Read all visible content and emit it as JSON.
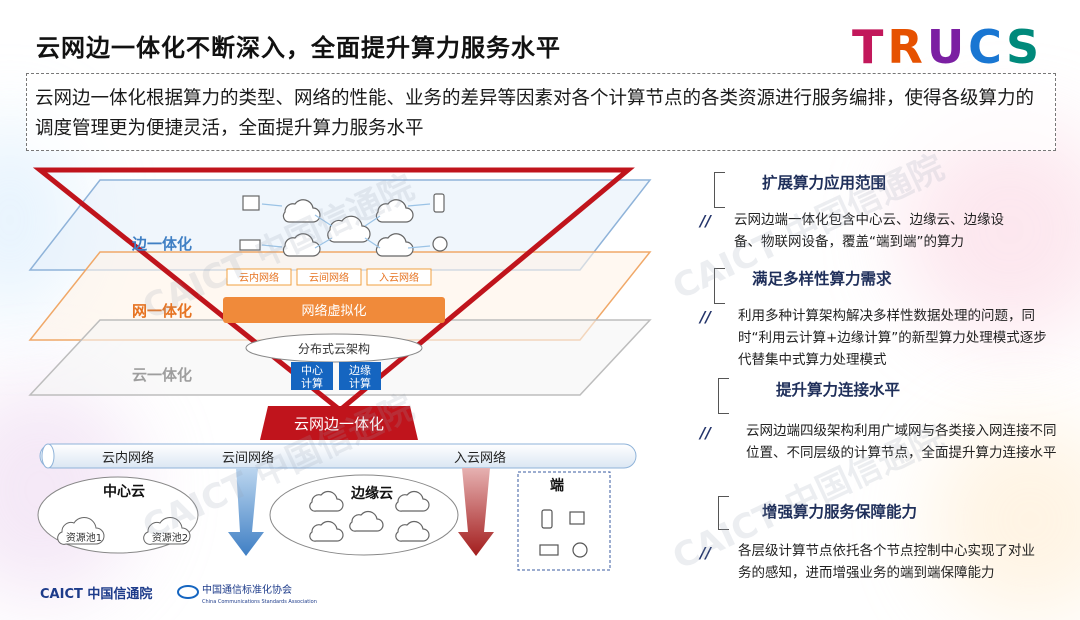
{
  "title": "云网边一体化不断深入，全面提升算力服务水平",
  "logo": {
    "text": "TRUCS",
    "colors": [
      "#c2185b",
      "#e65100",
      "#7b1fa2",
      "#1976d2",
      "#00897b"
    ]
  },
  "intro": "云网边一体化根据算力的类型、网络的性能、业务的差异等因素对各个计算节点的各类资源进行服务编排，使得各级算力的调度管理更为便捷灵活，全面提升算力服务水平",
  "diagram": {
    "layers": {
      "edge": "边一体化",
      "network": "网一体化",
      "cloud": "云一体化"
    },
    "network_tags": [
      "云内网络",
      "云间网络",
      "入云网络"
    ],
    "network_virtualization": "网络虚拟化",
    "distributed_cloud": "分布式云架构",
    "center_compute": [
      "中心",
      "计算"
    ],
    "edge_compute": [
      "边缘",
      "计算"
    ],
    "banner": "云网边一体化",
    "pipe_labels": [
      "云内网络",
      "云间网络",
      "入云网络"
    ],
    "center_cloud": {
      "title": "中心云",
      "pools": [
        "资源池1",
        "资源池2"
      ]
    },
    "edge_cloud": {
      "title": "边缘云"
    },
    "terminal": {
      "title": "端"
    }
  },
  "right": [
    {
      "heading": "扩展算力应用范围",
      "body": "云网边端一体化包含中心云、边缘云、边缘设备、物联网设备，覆盖“端到端”的算力"
    },
    {
      "heading": "满足多样性算力需求",
      "body": "利用多种计算架构解决多样性数据处理的问题，同时“利用云计算+边缘计算”的新型算力处理模式逐步代替集中式算力处理模式"
    },
    {
      "heading": "提升算力连接水平",
      "body": "云网边端四级架构利用广域网与各类接入网连接不同位置、不同层级的计算节点，全面提升算力连接水平"
    },
    {
      "heading": "增强算力服务保障能力",
      "body": "各层级计算节点依托各个节点控制中心实现了对业务的感知，进而增强业务的端到端保障能力"
    }
  ],
  "footer": {
    "caict": "CAICT 中国信通院",
    "ccsa": "中国通信标准化协会",
    "ccsa_en": "China Communications Standards Association"
  },
  "watermark": "CAICT 中国信通院"
}
